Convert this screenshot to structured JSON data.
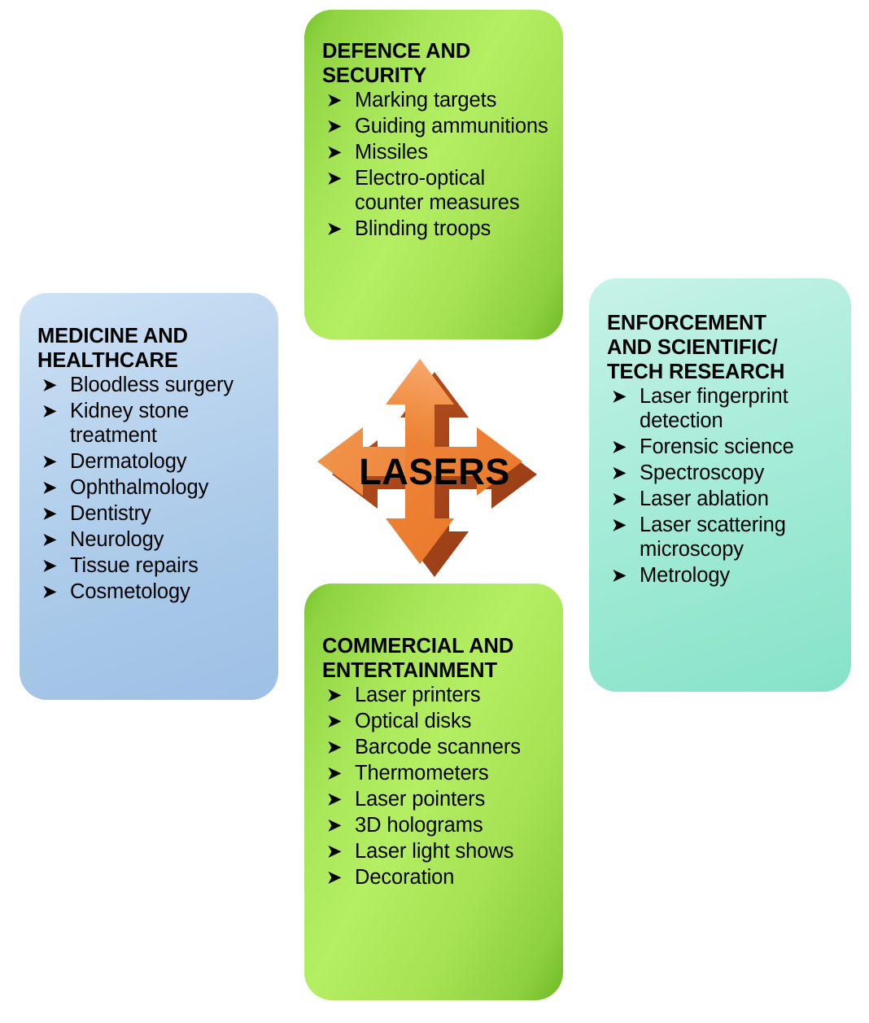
{
  "diagram": {
    "center": {
      "label": "LASERS",
      "icon": "four-way-arrow-icon",
      "fill_color": "#EE8239",
      "shadow_color": "#A8441A"
    },
    "bullet_glyph": "➤",
    "cards": [
      {
        "id": "defence",
        "title": "DEFENCE AND\nSECURITY",
        "accent_color": "#A9E75A",
        "shadow_color": "#5F8C0D",
        "items": [
          "Marking targets",
          "Guiding ammunitions",
          "Missiles",
          "Electro-optical counter measures",
          "Blinding troops"
        ]
      },
      {
        "id": "medicine",
        "title": "MEDICINE AND\nHEALTHCARE",
        "accent_color": "#B3D0EC",
        "shadow_color": "#7D99A8",
        "items": [
          "Bloodless surgery",
          "Kidney stone treatment",
          "Dermatology",
          "Ophthalmology",
          "Dentistry",
          "Neurology",
          "Tissue repairs",
          "Cosmetology"
        ]
      },
      {
        "id": "enforcement",
        "title": "ENFORCEMENT\nAND SCIENTIFIC/\nTECH RESEARCH",
        "accent_color": "#A4EBD8",
        "shadow_color": "#92BBB3",
        "items": [
          "Laser fingerprint detection",
          "Forensic science",
          "Spectroscopy",
          "Laser ablation",
          "Laser scattering microscopy",
          "Metrology"
        ]
      },
      {
        "id": "commercial",
        "title": "COMMERCIAL AND\nENTERTAINMENT",
        "accent_color": "#A9E75A",
        "shadow_color": "#5F8C0D",
        "items": [
          "Laser printers",
          "Optical disks",
          "Barcode scanners",
          "Thermometers",
          "Laser pointers",
          "3D holograms",
          "Laser light shows",
          "Decoration"
        ]
      }
    ]
  }
}
